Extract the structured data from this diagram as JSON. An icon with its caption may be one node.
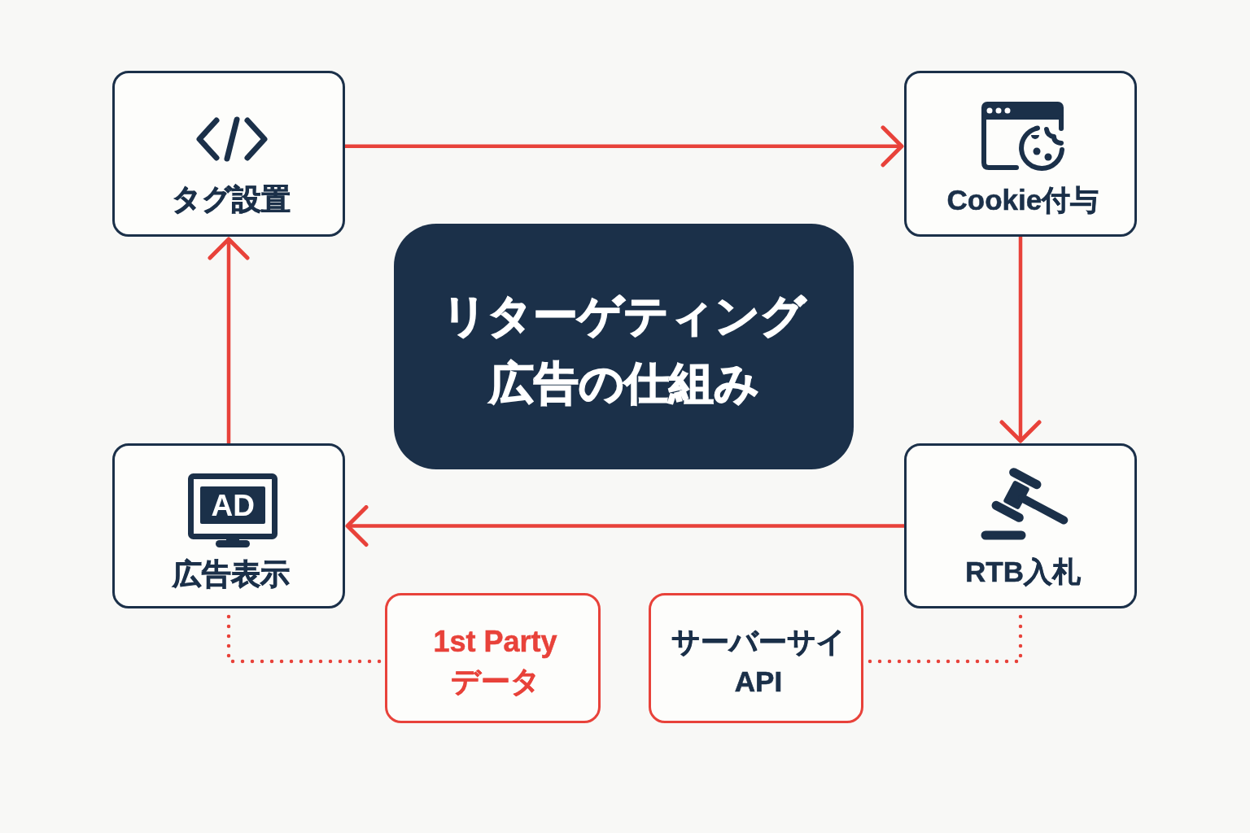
{
  "diagram": {
    "nodes": [
      {
        "text": [
          "タグ設置"
        ]
      },
      {
        "text": [
          "Cookie付与"
        ]
      },
      {
        "text": [
          "リターゲティング広告の仕組み"
        ]
      },
      {
        "text": [
          "AD",
          "広告表示"
        ]
      },
      {
        "text": [
          "RTB入札"
        ]
      },
      {
        "text": [
          "1st Partyデータ"
        ]
      },
      {
        "text": [
          "サーバーサイAPI"
        ]
      }
    ],
    "edges": [
      {
        "from": 0,
        "to": 1,
        "arrow": "to"
      },
      {
        "from": 1,
        "to": 4,
        "arrow": "to"
      },
      {
        "from": 4,
        "to": 3,
        "arrow": "to"
      },
      {
        "from": 3,
        "to": 0,
        "arrow": "to"
      },
      {
        "from": 3,
        "to": 5,
        "arrow": "none",
        "style": "dashed"
      },
      {
        "from": 4,
        "to": 6,
        "arrow": "none",
        "style": "dashed"
      }
    ]
  }
}
